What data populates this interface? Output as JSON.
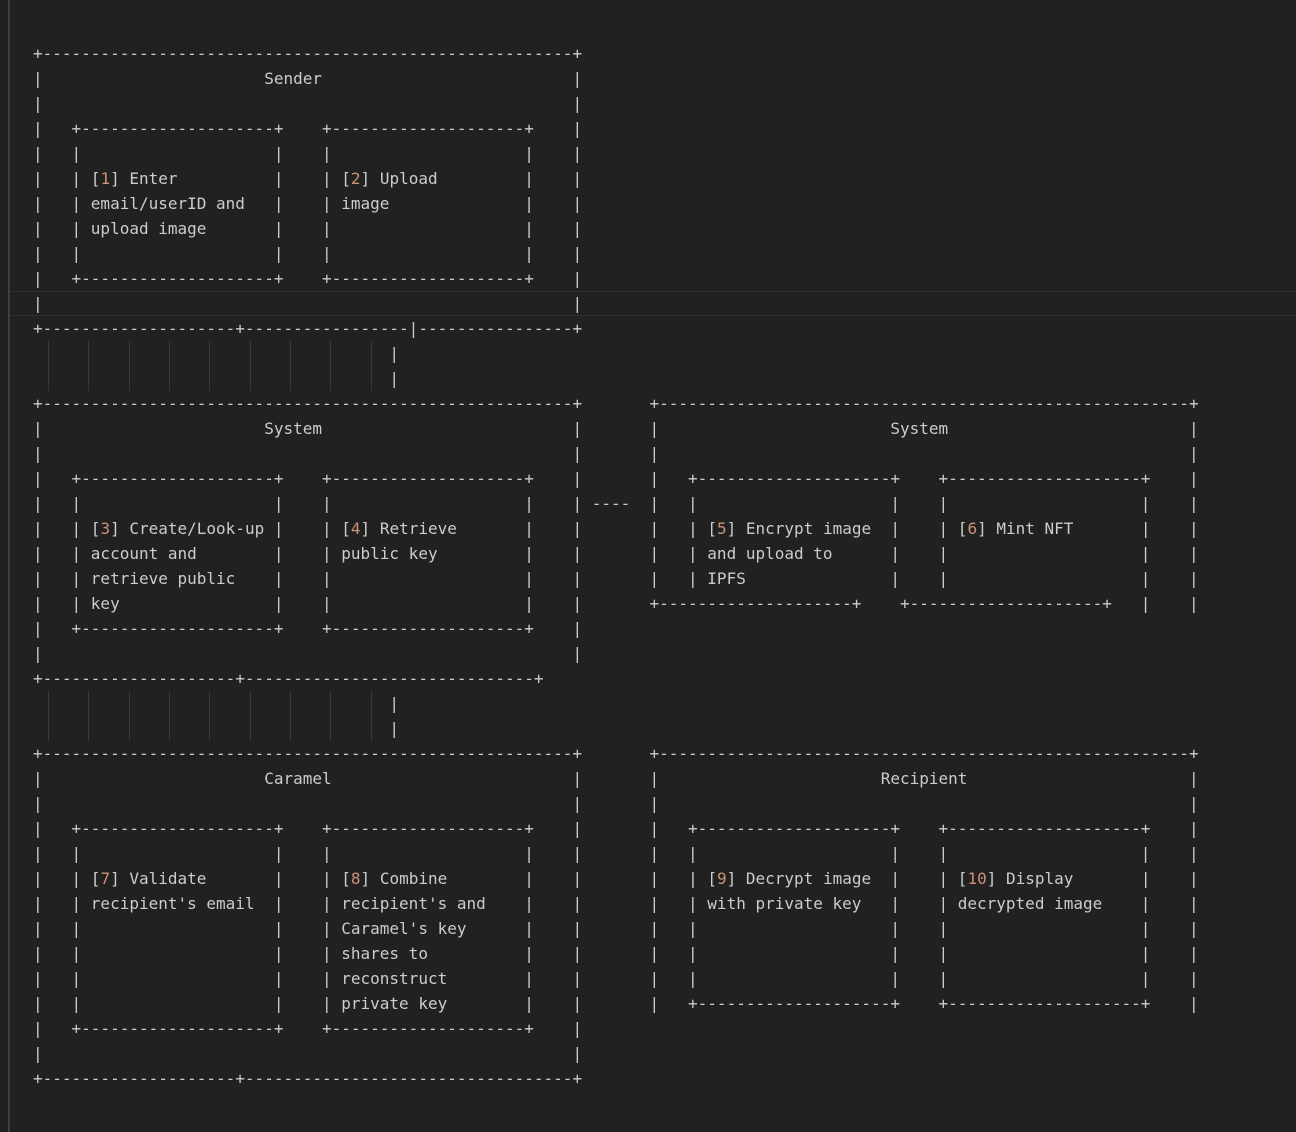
{
  "colors": {
    "background": "#212121",
    "text": "#cccccc",
    "step_number_accent": "#ce9178",
    "gutter_line": "#3f3f3f",
    "indent_guide": "#383838",
    "current_line_border": "#2f2f2f"
  },
  "diagram": {
    "actors": [
      {
        "title": "Sender",
        "steps": [
          {
            "number": "1",
            "label": "Enter email/userID and upload image"
          },
          {
            "number": "2",
            "label": "Upload image"
          }
        ]
      },
      {
        "title": "System",
        "steps": [
          {
            "number": "3",
            "label": "Create/Look-up account and retrieve public key"
          },
          {
            "number": "4",
            "label": "Retrieve public key"
          }
        ]
      },
      {
        "title": "System",
        "steps": [
          {
            "number": "5",
            "label": "Encrypt image and upload to IPFS"
          },
          {
            "number": "6",
            "label": "Mint NFT"
          }
        ]
      },
      {
        "title": "Caramel",
        "steps": [
          {
            "number": "7",
            "label": "Validate recipient's email"
          },
          {
            "number": "8",
            "label": "Combine recipient's and Caramel's key shares to reconstruct private key"
          }
        ]
      },
      {
        "title": "Recipient",
        "steps": [
          {
            "number": "9",
            "label": "Decrypt image with private key"
          },
          {
            "number": "10",
            "label": "Display decrypted image"
          }
        ]
      }
    ],
    "lines": [
      "+-------------------------------------------------------+",
      "|                       Sender                          |",
      "|                                                       |",
      "|   +--------------------+    +--------------------+    |",
      "|   |                    |    |                    |    |",
      "|   | [1] Enter          |    | [2] Upload         |    |",
      "|   | email/userID and   |    | image              |    |",
      "|   | upload image       |    |                    |    |",
      "|   |                    |    |                    |    |",
      "|   +--------------------+    +--------------------+    |",
      "|                                                       |",
      "+--------------------+-----------------|----------------+",
      "                                     |",
      "                                     |",
      "+-------------------------------------------------------+       +-------------------------------------------------------+",
      "|                       System                          |       |                        System                         |",
      "|                                                       |       |                                                       |",
      "|   +--------------------+    +--------------------+    |       |   +--------------------+    +--------------------+    |",
      "|   |                    |    |                    |    | ----  |   |                    |    |                    |    |",
      "|   | [3] Create/Look-up |    | [4] Retrieve       |    |       |   | [5] Encrypt image  |    | [6] Mint NFT       |    |",
      "|   | account and        |    | public key         |    |       |   | and upload to      |    |                    |    |",
      "|   | retrieve public    |    |                    |    |       |   | IPFS               |    |                    |    |",
      "|   | key                |    |                    |    |       +--------------------+    +--------------------+   |    |",
      "|   +--------------------+    +--------------------+    |",
      "|                                                       |",
      "+--------------------+------------------------------+",
      "                                     |",
      "                                     |",
      "+-------------------------------------------------------+       +-------------------------------------------------------+",
      "|                       Caramel                         |       |                       Recipient                       |",
      "|                                                       |       |                                                       |",
      "|   +--------------------+    +--------------------+    |       |   +--------------------+    +--------------------+    |",
      "|   |                    |    |                    |    |       |   |                    |    |                    |    |",
      "|   | [7] Validate       |    | [8] Combine        |    |       |   | [9] Decrypt image  |    | [10] Display       |    |",
      "|   | recipient's email  |    | recipient's and    |    |       |   | with private key   |    | decrypted image    |    |",
      "|   |                    |    | Caramel's key      |    |       |   |                    |    |                    |    |",
      "|   |                    |    | shares to          |    |       |   |                    |    |                    |    |",
      "|   |                    |    | reconstruct        |    |       |   |                    |    |                    |    |",
      "|   |                    |    | private key        |    |       |   +--------------------+    +--------------------+    |",
      "|   +--------------------+    +--------------------+    |",
      "|                                                       |",
      "+--------------------+----------------------------------+"
    ]
  }
}
